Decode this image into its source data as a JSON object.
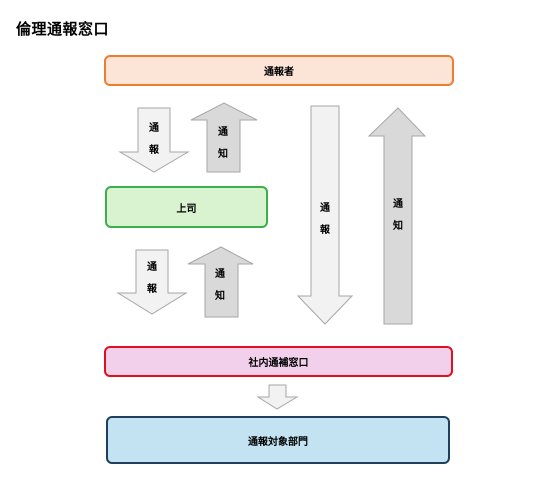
{
  "title": "倫理通報窓口",
  "boxes": {
    "reporter": "通報者",
    "boss": "上司",
    "desk": "社内通補窓口",
    "target": "通報対象部門"
  },
  "arrows": {
    "report": [
      "通",
      "報"
    ],
    "notify": [
      "通",
      "知"
    ]
  },
  "colors": {
    "reporter_fill": "#fce4d6",
    "reporter_border": "#ed7d31",
    "boss_fill": "#d9f2d0",
    "boss_border": "#3dae4b",
    "desk_fill": "#f2d0ec",
    "desk_border": "#e0101e",
    "target_fill": "#c4e3f2",
    "target_border": "#1f3f5a",
    "report_arrow": "#f2f2f2",
    "notify_arrow": "#d9d9d9"
  }
}
